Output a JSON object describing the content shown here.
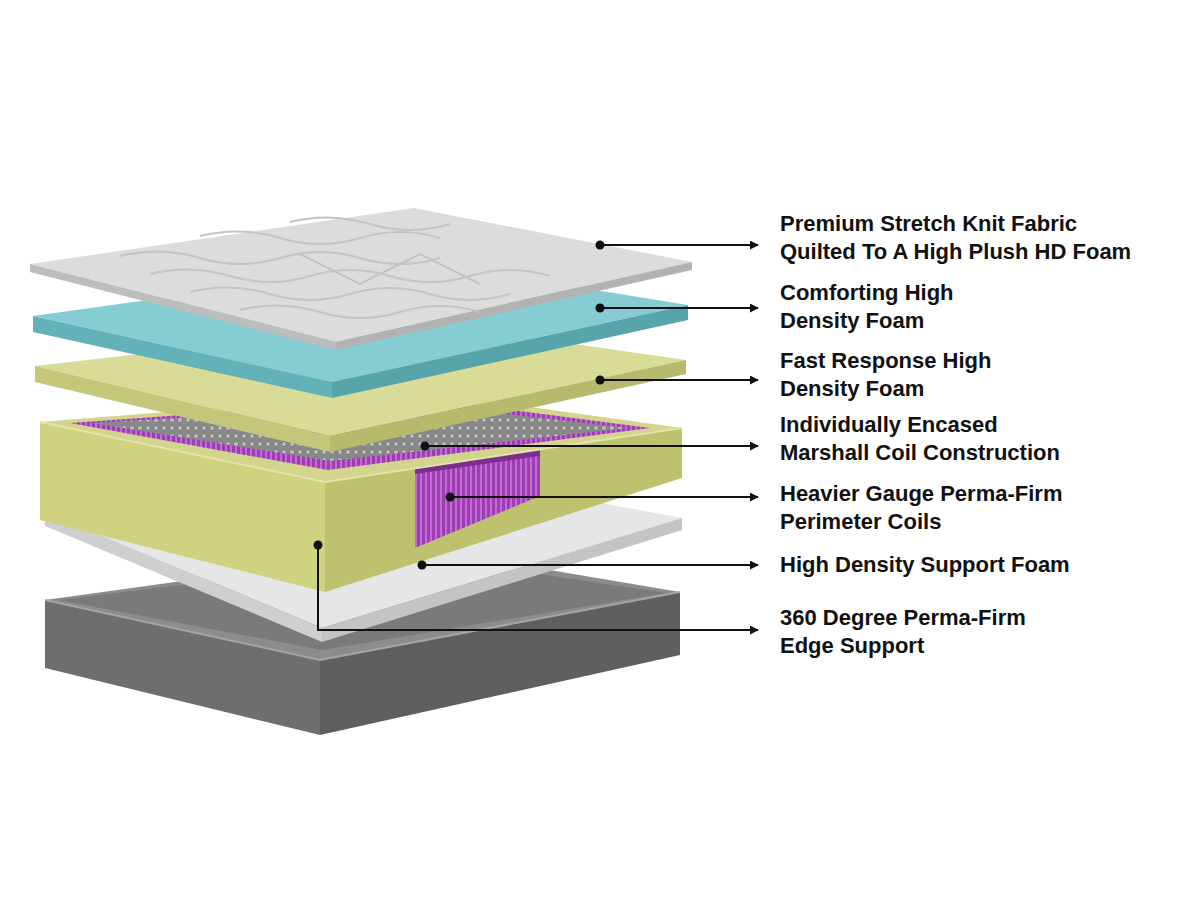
{
  "diagram": {
    "labels": [
      "Premium Stretch Knit Fabric Quilted To A High Plush HD Foam",
      "Comforting High Density Foam",
      "Fast Response High Density Foam",
      "Individually Encased Marshall Coil Construction",
      "Heavier Gauge Perma-Firm Perimeter Coils",
      "High Density Support Foam",
      "360 Degree Perma-Firm Edge Support"
    ]
  }
}
